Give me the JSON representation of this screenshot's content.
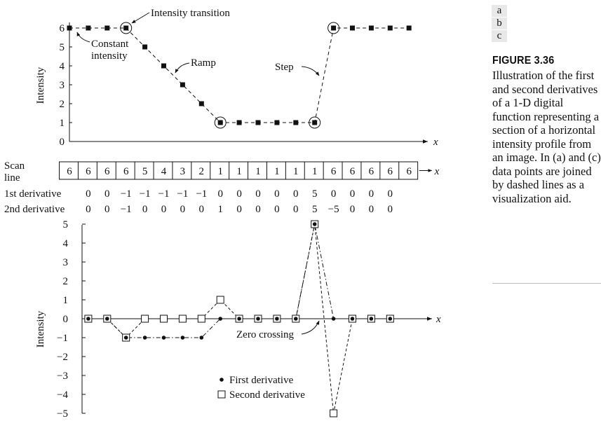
{
  "panel_letters": [
    "a",
    "b",
    "c"
  ],
  "caption": {
    "title": "FIGURE 3.36",
    "text": "Illustration of the first and second derivatives of a 1-D digital function representing a section of a horizontal intensity profile from an image. In (a) and (c) data points are joined by dashed lines as a visualization aid."
  },
  "chart_data": [
    {
      "type": "line",
      "panel": "a",
      "ylabel": "Intensity",
      "xlabel": "x",
      "ylim": [
        0,
        6
      ],
      "yticks": [
        "0",
        "1",
        "2",
        "3",
        "4",
        "5",
        "6"
      ],
      "x": [
        0,
        1,
        2,
        3,
        4,
        5,
        6,
        7,
        8,
        9,
        10,
        11,
        12,
        13,
        14,
        15,
        16,
        17,
        18
      ],
      "series": [
        {
          "values": [
            6,
            6,
            6,
            6,
            5,
            4,
            3,
            2,
            1,
            1,
            1,
            1,
            1,
            1,
            6,
            6,
            6,
            6,
            6
          ]
        }
      ],
      "circled_points": [
        3,
        8,
        13,
        14
      ],
      "annotations": [
        "Intensity transition",
        "Constant\nintensity",
        "Ramp",
        "Step"
      ]
    },
    {
      "type": "table",
      "panel": "b",
      "scan_line_label": "Scan\nline",
      "scan_line": [
        6,
        6,
        6,
        6,
        5,
        4,
        3,
        2,
        1,
        1,
        1,
        1,
        1,
        1,
        6,
        6,
        6,
        6,
        6
      ],
      "first_derivative_label": "1st derivative",
      "first_derivative": [
        "0",
        "0",
        "−1",
        "−1",
        "−1",
        "−1",
        "−1",
        "0",
        "0",
        "0",
        "0",
        "0",
        "5",
        "0",
        "0",
        "0",
        "0"
      ],
      "second_derivative_label": "2nd derivative",
      "second_derivative": [
        "0",
        "0",
        "−1",
        "0",
        "0",
        "0",
        "0",
        "1",
        "0",
        "0",
        "0",
        "0",
        "5",
        "−5",
        "0",
        "0",
        "0"
      ],
      "xlabel": "x"
    },
    {
      "type": "line",
      "panel": "c",
      "ylabel": "Intensity",
      "xlabel": "x",
      "ylim": [
        -5,
        5
      ],
      "yticks": [
        "5",
        "4",
        "3",
        "2",
        "1",
        "0",
        "−1",
        "−2",
        "−3",
        "−4",
        "−5"
      ],
      "x": [
        1,
        2,
        3,
        4,
        5,
        6,
        7,
        8,
        9,
        10,
        11,
        12,
        13,
        14,
        15,
        16,
        17
      ],
      "series": [
        {
          "name": "First derivative",
          "marker": "dot",
          "values": [
            0,
            0,
            -1,
            -1,
            -1,
            -1,
            -1,
            0,
            0,
            0,
            0,
            0,
            5,
            0,
            0,
            0,
            0
          ]
        },
        {
          "name": "Second derivative",
          "marker": "square",
          "values": [
            0,
            0,
            -1,
            0,
            0,
            0,
            0,
            1,
            0,
            0,
            0,
            0,
            5,
            -5,
            0,
            0,
            0
          ]
        }
      ],
      "annotations": [
        "Zero crossing"
      ]
    }
  ]
}
